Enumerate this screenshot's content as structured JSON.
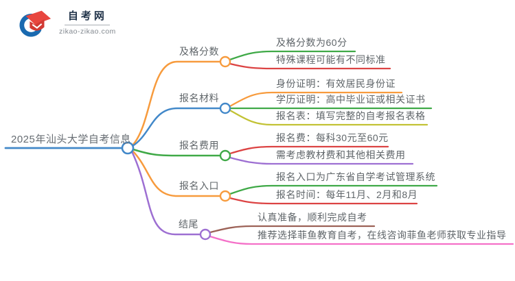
{
  "logo": {
    "site_name": "自考网",
    "site_url": "zikao-zikao.com",
    "cap_top_color": "#e8463f",
    "cap_front_color": "#d23a34",
    "ring_color": "#1a6ab0"
  },
  "central": {
    "label": "2025年汕头大学自考信息",
    "color": "#4288c9"
  },
  "palette": {
    "orange": "#f79b3d",
    "blue": "#4288c9",
    "green": "#3fa947",
    "red": "#dc4343",
    "olive": "#c2c234",
    "purple": "#9d6fd2",
    "brown": "#9c6257",
    "pink": "#f470c8"
  },
  "branches": [
    {
      "label": "及格分数",
      "color": "#f79b3d",
      "children": [
        {
          "text": "及格分数为60分",
          "color": "#3fa947"
        },
        {
          "text": "特殊课程可能有不同标准",
          "color": "#dc4343"
        }
      ]
    },
    {
      "label": "报名材料",
      "color": "#4288c9",
      "children": [
        {
          "text": "身份证明：有效居民身份证",
          "color": "#f79b3d"
        },
        {
          "text": "学历证明：高中毕业证或相关证书",
          "color": "#3fa947"
        },
        {
          "text": "报名表：填写完整的自考报名表格",
          "color": "#c2c234"
        }
      ]
    },
    {
      "label": "报名费用",
      "color": "#3fa947",
      "children": [
        {
          "text": "报名费：每科30元至60元",
          "color": "#dc4343"
        },
        {
          "text": "需考虑教材费和其他相关费用",
          "color": "#9d6fd2"
        }
      ]
    },
    {
      "label": "报名入口",
      "color": "#f79b3d",
      "children": [
        {
          "text": "报名入口为广东省自学考试管理系统",
          "color": "#3fa947"
        },
        {
          "text": "报名时间：每年11月、2月和8月",
          "color": "#dc4343"
        }
      ]
    },
    {
      "label": "结尾",
      "color": "#9d6fd2",
      "children": [
        {
          "text": "认真准备，顺利完成自考",
          "color": "#9c6257"
        },
        {
          "text": "推荐选择菲鱼教育自考，在线咨询菲鱼老师获取专业指导",
          "color": "#f470c8"
        }
      ]
    }
  ]
}
